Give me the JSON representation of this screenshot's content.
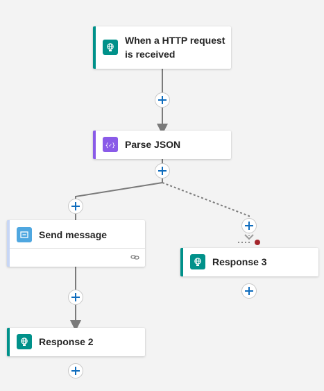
{
  "colors": {
    "accent_teal": "#00918a",
    "accent_purple": "#8a5be8",
    "accent_blue": "#4fa7e0",
    "add_blue": "#0f6cbd",
    "connector": "#7a7a7a",
    "error_dot": "#a4262c"
  },
  "nodes": {
    "trigger": {
      "title": "When a HTTP request\nis received",
      "icon": "globe-request-icon"
    },
    "parse": {
      "title": "Parse JSON",
      "icon": "json-braces-icon"
    },
    "send": {
      "title": "Send message",
      "icon": "message-icon",
      "footer_icon": "link-icon"
    },
    "response3": {
      "title": "Response 3",
      "icon": "globe-response-icon"
    },
    "response2": {
      "title": "Response 2",
      "icon": "globe-response-icon"
    }
  },
  "connections": [
    {
      "from": "trigger",
      "to": "parse",
      "style": "solid"
    },
    {
      "from": "parse",
      "to": "send",
      "style": "solid"
    },
    {
      "from": "parse",
      "to": "response3",
      "style": "dashed",
      "run_after": "failed"
    },
    {
      "from": "send",
      "to": "response2",
      "style": "solid"
    }
  ]
}
